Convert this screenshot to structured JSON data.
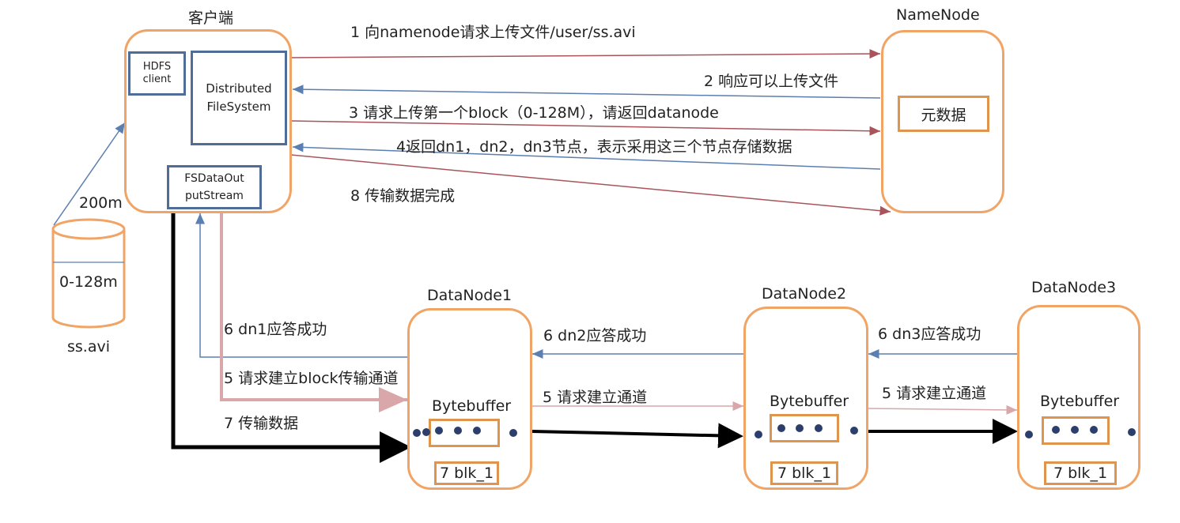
{
  "client": {
    "title": "客户端",
    "hdfs_client": "HDFS\nclient",
    "distributed_fs": "Distributed\nFileSystem",
    "fs_data_out": "FSDataOut\nputStream"
  },
  "namenode": {
    "title": "NameNode",
    "metadata": "元数据"
  },
  "file": {
    "size_label": "200m",
    "block_label": "0-128m",
    "name": "ss.avi"
  },
  "datanodes": [
    {
      "title": "DataNode1",
      "buffer": "Bytebuffer",
      "block": "7 blk_1"
    },
    {
      "title": "DataNode2",
      "buffer": "Bytebuffer",
      "block": "7 blk_1"
    },
    {
      "title": "DataNode3",
      "buffer": "Bytebuffer",
      "block": "7 blk_1"
    }
  ],
  "steps": {
    "s1": "1 向namenode请求上传文件/user/ss.avi",
    "s2": "2 响应可以上传文件",
    "s3": "3 请求上传第一个block（0-128M），请返回datanode",
    "s4": "4返回dn1，dn2，dn3节点，表示采用这三个节点存储数据",
    "s8": "8 传输数据完成",
    "s6_dn1": "6 dn1应答成功",
    "s5_block": "5 请求建立block传输通道",
    "s7": "7 传输数据",
    "s6_dn2": "6 dn2应答成功",
    "s5_dn12": "5 请求建立通道",
    "s6_dn3": "6 dn3应答成功",
    "s5_dn23": "5 请求建立通道"
  },
  "colors": {
    "node_border": "#f0a465",
    "inner_blue": "#4f6d96",
    "arrow_red": "#a8545a",
    "arrow_blue": "#5b7fb0",
    "arrow_pink": "#d9a7a9",
    "arrow_black": "#000000"
  }
}
